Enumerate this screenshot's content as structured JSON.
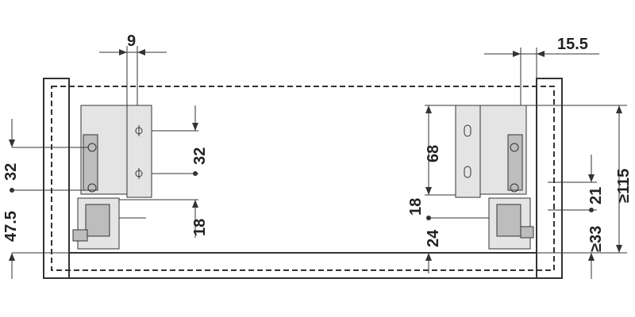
{
  "dimensions": {
    "top_left_width": "9",
    "top_right_width": "15.5",
    "left_vertical_32": "32",
    "left_vertical_47_5": "47.5",
    "inner_left_32": "32",
    "inner_left_18": "18",
    "inner_right_68": "68",
    "inner_right_18": "18",
    "inner_right_24": "24",
    "right_min_115": "≥115",
    "right_21": "21",
    "right_min_33": "≥33"
  },
  "colors": {
    "line": "#333333",
    "hardware_fill": "#e4e4e4",
    "hardware_dark": "#bdbdbd"
  }
}
